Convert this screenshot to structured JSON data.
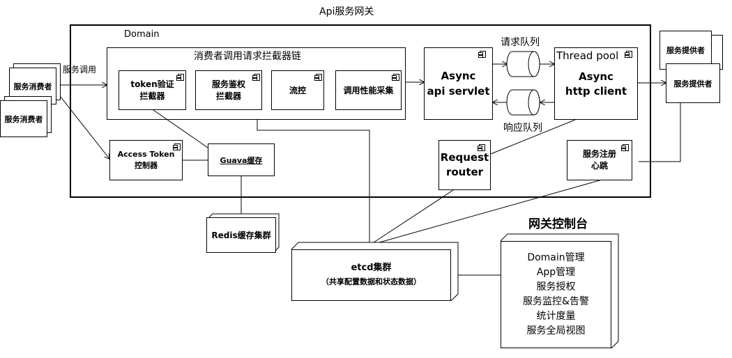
{
  "title": "Api服务网关",
  "domain_label": "Domain",
  "consumer_chain": {
    "label": "消费者调用请求拦截器链",
    "items": [
      {
        "line1": "token验证",
        "line2": "拦截器"
      },
      {
        "line1": "服务鉴权",
        "line2": "拦截器"
      },
      {
        "line1": "流控",
        "line2": ""
      },
      {
        "line1": "调用性能采集",
        "line2": ""
      }
    ]
  },
  "call_label": "服务调用",
  "consumers": [
    "服务消费者",
    "服务消费者"
  ],
  "providers": [
    "服务提供者",
    "服务提供者"
  ],
  "async_servlet": {
    "line1": "Async",
    "line2": "api servlet"
  },
  "thread_pool": {
    "label": "Thread pool",
    "line1": "Async",
    "line2": "http client"
  },
  "request_queue": "请求队列",
  "response_queue": "响应队列",
  "request_router": {
    "line1": "Request",
    "line2": "router"
  },
  "registry": {
    "line1": "服务注册",
    "line2": "心跳"
  },
  "access_token": {
    "line1": "Access Token",
    "line2": "控制器"
  },
  "guava": "Guava缓存",
  "redis": "Redis缓存集群",
  "etcd": {
    "line1": "etcd集群",
    "line2": "（共享配置数据和状态数据）"
  },
  "console": {
    "title": "网关控制台",
    "items": [
      "Domain管理",
      "App管理",
      "服务授权",
      "服务监控&告警",
      "统计度量",
      "服务全局视图"
    ]
  }
}
